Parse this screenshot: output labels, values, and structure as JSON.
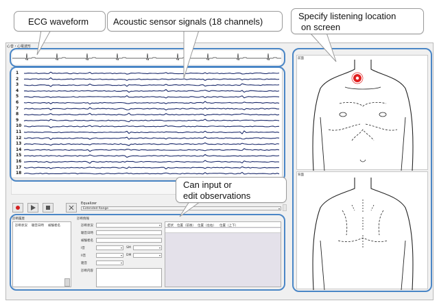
{
  "callouts": {
    "ecg": "ECG waveform",
    "acoustic": "Acoustic sensor signals (18 channels)",
    "listening_line1": "Specify listening location",
    "listening_line2": "on screen",
    "observations_line1": "Can input or",
    "observations_line2": "edit observations"
  },
  "window": {
    "title": "心音・心電波形"
  },
  "signals": {
    "channels": [
      "1",
      "2",
      "3",
      "4",
      "5",
      "6",
      "7",
      "8",
      "9",
      "10",
      "11",
      "12",
      "13",
      "14",
      "15",
      "16",
      "17",
      "18"
    ]
  },
  "toolbar": {
    "equalizer_label": "Equalizer",
    "equalizer_value": "Extended Range"
  },
  "diagnosis": {
    "section_left": "診断履歴",
    "section_right": "診断情報",
    "list_columns": [
      "診断状況",
      "聴音日時",
      "被験者名"
    ],
    "form_labels": {
      "status": "診断状況",
      "datetime": "聴音日時",
      "subject": "被験者名",
      "extra1": "I音",
      "sm": "SM",
      "extra2": "II音",
      "dm": "DM",
      "murmur": "雑音",
      "content": "診断内容"
    },
    "result_columns": [
      "症状",
      "位置（前後）",
      "位置（左右）",
      "位置（上下）"
    ]
  },
  "body_panels": {
    "front": "前面",
    "back": "背面"
  },
  "colors": {
    "highlight": "#4a86c6",
    "signal": "#1b2a6b",
    "marker": "#e02020",
    "record": "#d42020"
  }
}
